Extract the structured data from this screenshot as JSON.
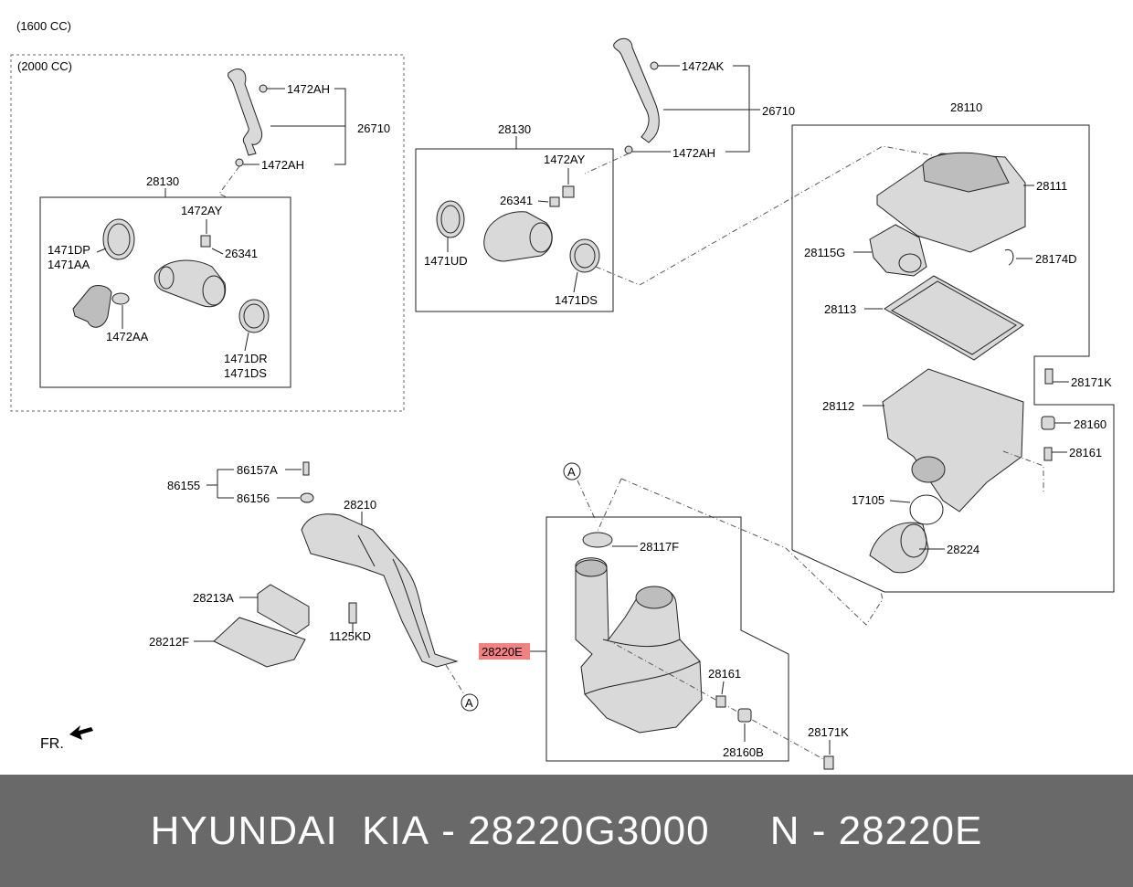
{
  "labels": {
    "cc1600": "(1600 CC)",
    "cc2000": "(2000 CC)",
    "l_1472AH_a": "1472AH",
    "l_26710_a": "26710",
    "l_1472AH_b": "1472AH",
    "l_28130_a": "28130",
    "l_1472AY_a": "1472AY",
    "l_1471DP": "1471DP",
    "l_1471AA": "1471AA",
    "l_26341_a": "26341",
    "l_1472AA": "1472AA",
    "l_1471DR": "1471DR",
    "l_1471DS_a": "1471DS",
    "l_1472AK": "1472AK",
    "l_26710_b": "26710",
    "l_1472AH_c": "1472AH",
    "l_28130_b": "28130",
    "l_1472AY_b": "1472AY",
    "l_26341_b": "26341",
    "l_1471UD": "1471UD",
    "l_1471DS_b": "1471DS",
    "l_28110": "28110",
    "l_28111": "28111",
    "l_28115G": "28115G",
    "l_28174D": "28174D",
    "l_28113": "28113",
    "l_28171K_a": "28171K",
    "l_28112": "28112",
    "l_28160": "28160",
    "l_28161_a": "28161",
    "l_17105": "17105",
    "l_28224": "28224",
    "l_86157A": "86157A",
    "l_86155": "86155",
    "l_86156": "86156",
    "l_28210": "28210",
    "l_28213A": "28213A",
    "l_1125KD": "1125KD",
    "l_28212F": "28212F",
    "l_A1": "A",
    "l_A2": "A",
    "l_28117F": "28117F",
    "l_28220E": "28220E",
    "l_28161_b": "28161",
    "l_28160B": "28160B",
    "l_28171K_b": "28171K",
    "l_FR": "FR."
  },
  "footer": {
    "brand": "HYUNDAI  KIA",
    "sep1": " - ",
    "oem": "28220G3000",
    "gap": "     ",
    "n": "N",
    "sep2": " - ",
    "ref": "28220E"
  },
  "colors": {
    "highlight": "#f26b6b",
    "footer_bg": "#696969",
    "footer_text": "#ffffff"
  }
}
